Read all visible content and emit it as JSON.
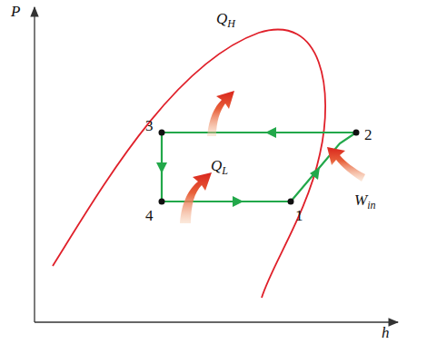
{
  "diagram": {
    "labels": [
      "P",
      "h",
      "QH",
      "3",
      "2",
      "QL",
      "Win",
      "4",
      "1"
    ]
  }
}
